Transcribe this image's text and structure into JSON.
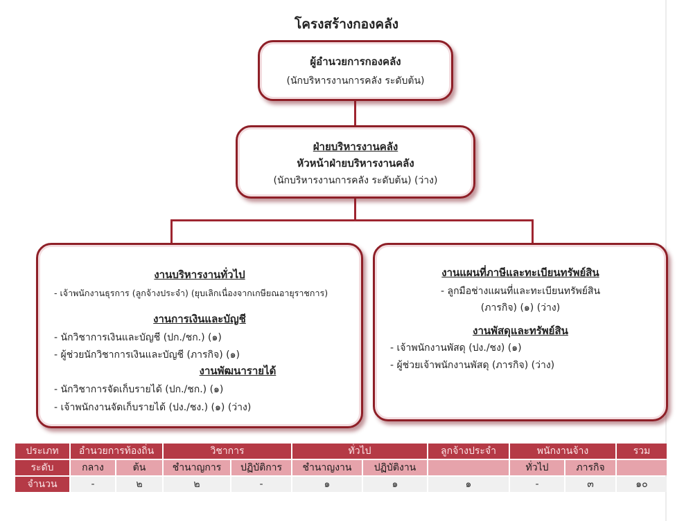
{
  "title": "โครงสร้างกองคลัง",
  "director": {
    "line1": "ผู้อำนวยการกองคลัง",
    "line2": "(นักบริหารงานการคลัง ระดับต้น)"
  },
  "division": {
    "line1": "ฝ่ายบริหารงานคลัง",
    "line2": "หัวหน้าฝ่ายบริหารงานคลัง",
    "line3": "(นักบริหารงานการคลัง ระดับต้น)  (ว่าง)"
  },
  "left_box": {
    "h1": "งานบริหารงานทั่วไป",
    "i1": "- เจ้าพนักงานธุรการ (ลูกจ้างประจำ) (ยุบเลิกเนื่องจากเกษียณอายุราชการ)",
    "h2": "งานการเงินและบัญชี",
    "i2": "- นักวิชาการเงินและบัญชี (ปก./ชก.) (๑)",
    "i3": "- ผู้ช่วยนักวิชาการเงินและบัญชี (ภารกิจ) (๑)",
    "h3": "งานพัฒนารายได้",
    "i4": "- นักวิชาการจัดเก็บรายได้ (ปก./ชก.) (๑)",
    "i5": "- เจ้าพนักงานจัดเก็บรายได้ (ปง./ชง.) (๑) (ว่าง)"
  },
  "right_box": {
    "h1": "งานแผนที่ภาษีและทะเบียนทรัพย์สิน",
    "i1": "- ลูกมือช่างแผนที่และทะเบียนทรัพย์สิน",
    "i1b": "(ภารกิจ) (๑) (ว่าง)",
    "h2": "งานพัสดุและทรัพย์สิน",
    "i2": "- เจ้าพนักงานพัสดุ (ปง./ชง) (๑)",
    "i3": "- ผู้ช่วยเจ้าพนักงานพัสดุ (ภารกิจ) (ว่าง)"
  },
  "table": {
    "row1": [
      "ประเภท",
      "อำนวยการท้องถิ่น",
      "วิชาการ",
      "ทั่วไป",
      "ลูกจ้างประจำ",
      "พนักงานจ้าง",
      "รวม"
    ],
    "row2": [
      "ระดับ",
      "กลาง",
      "ต้น",
      "ชำนาญการ",
      "ปฏิบัติการ",
      "ชำนาญงาน",
      "ปฏิบัติงาน",
      "",
      "ทั่วไป",
      "ภารกิจ",
      ""
    ],
    "row3": [
      "จำนวน",
      "-",
      "๒",
      "๒",
      "-",
      "๑",
      "๑",
      "๑",
      "-",
      "๓",
      "๑๐"
    ]
  },
  "colors": {
    "border": "#8e1f27",
    "header_fill": "#b53a46",
    "level_fill": "#e6a3ab"
  }
}
